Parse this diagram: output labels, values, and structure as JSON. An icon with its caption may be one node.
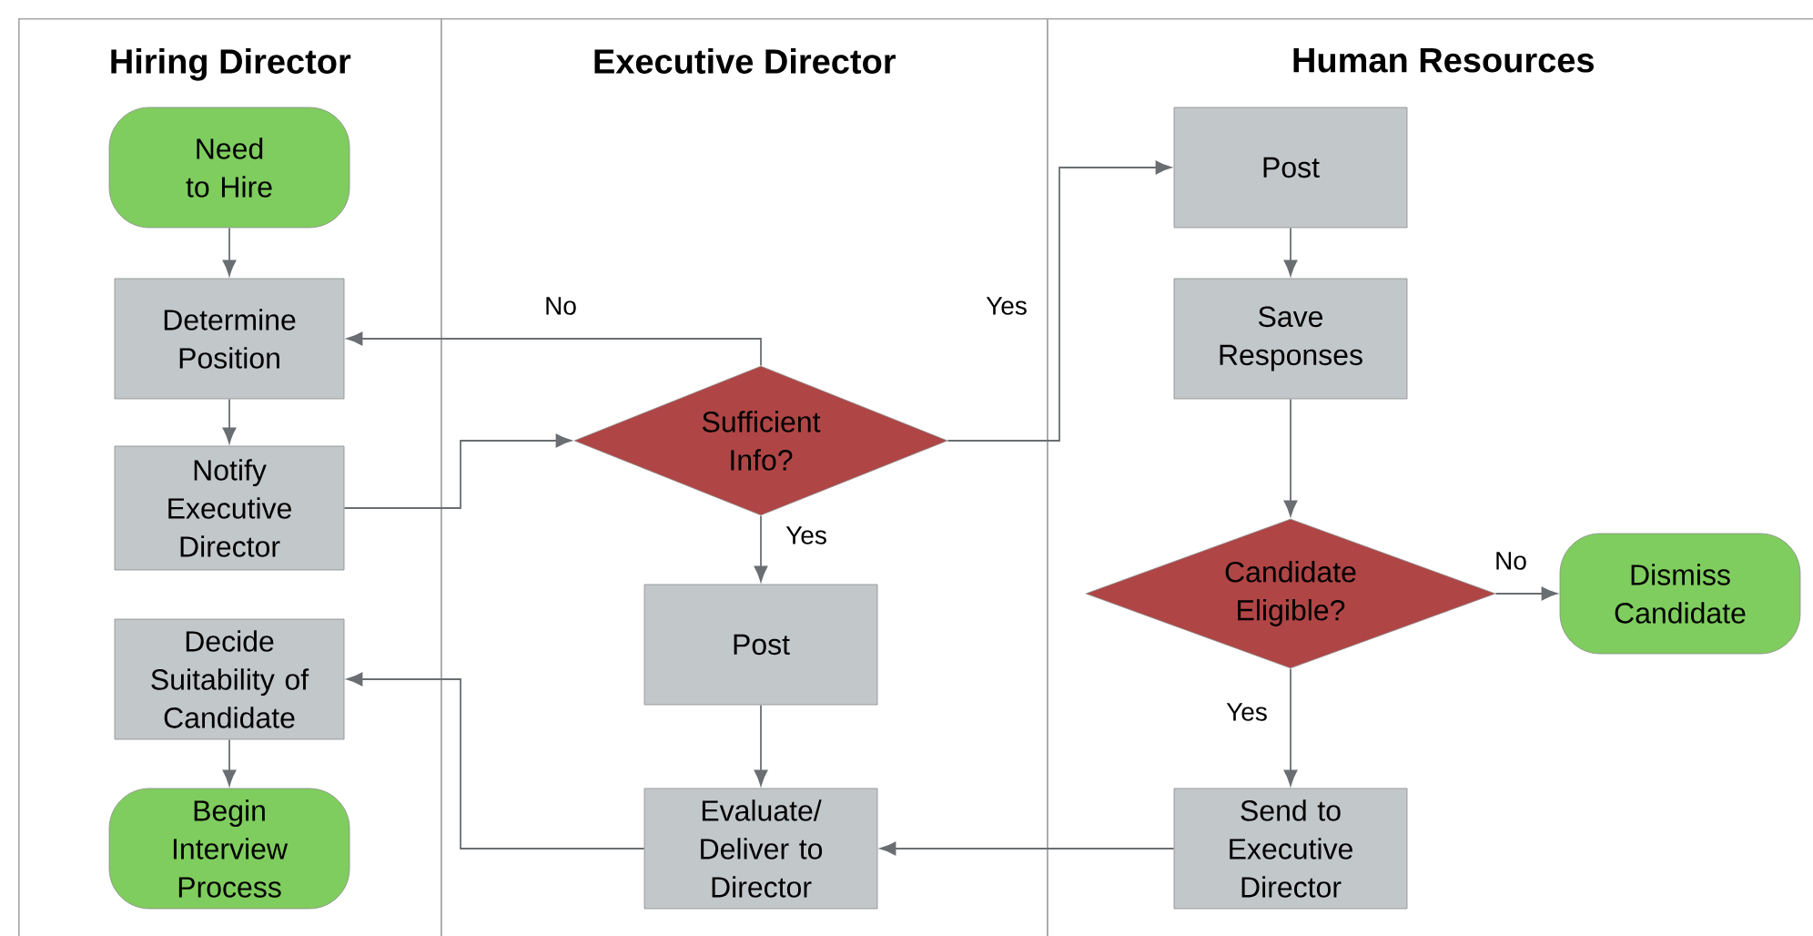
{
  "diagram": {
    "nodes": [
      {
        "text": [
          "Hiring Director"
        ]
      },
      {
        "text": [
          "Executive Director"
        ]
      },
      {
        "text": [
          "Human Resources"
        ]
      },
      {
        "text": [
          "Need to Hire"
        ],
        "in": 0
      },
      {
        "text": [
          "Determine Position"
        ],
        "in": 0
      },
      {
        "text": [
          "Notify Executive Director"
        ],
        "in": 0
      },
      {
        "text": [
          "Decide Suitability of Candidate"
        ],
        "in": 0
      },
      {
        "text": [
          "Begin Interview Process"
        ],
        "in": 0
      },
      {
        "text": [
          "Sufficient Info?"
        ],
        "in": 1
      },
      {
        "text": [
          "Post"
        ],
        "in": 1
      },
      {
        "text": [
          "Evaluate/ Deliver to Director"
        ],
        "in": 1
      },
      {
        "text": [
          "Post"
        ],
        "in": 2
      },
      {
        "text": [
          "Save Responses"
        ],
        "in": 2
      },
      {
        "text": [
          "Candidate Eligible?"
        ],
        "in": 2
      },
      {
        "text": [
          "Dismiss Candidate"
        ],
        "in": 2
      },
      {
        "text": [
          "Send to Executive Director"
        ],
        "in": 2
      }
    ],
    "edges": [
      {
        "from": 3,
        "to": 4,
        "arrow": "to"
      },
      {
        "from": 4,
        "to": 5,
        "arrow": "to"
      },
      {
        "from": 5,
        "to": 8,
        "arrow": "to"
      },
      {
        "from": 8,
        "to": 4,
        "arrow": "to",
        "label": "No"
      },
      {
        "from": 8,
        "to": 11,
        "arrow": "to",
        "label": "Yes"
      },
      {
        "from": 8,
        "to": 9,
        "arrow": "to",
        "label": "Yes"
      },
      {
        "from": 9,
        "to": 10,
        "arrow": "to"
      },
      {
        "from": 11,
        "to": 12,
        "arrow": "to"
      },
      {
        "from": 12,
        "to": 13,
        "arrow": "to"
      },
      {
        "from": 13,
        "to": 14,
        "arrow": "to",
        "label": "No"
      },
      {
        "from": 13,
        "to": 15,
        "arrow": "to",
        "label": "Yes"
      },
      {
        "from": 15,
        "to": 10,
        "arrow": "to"
      },
      {
        "from": 10,
        "to": 6,
        "arrow": "to"
      },
      {
        "from": 6,
        "to": 7,
        "arrow": "to"
      }
    ]
  }
}
